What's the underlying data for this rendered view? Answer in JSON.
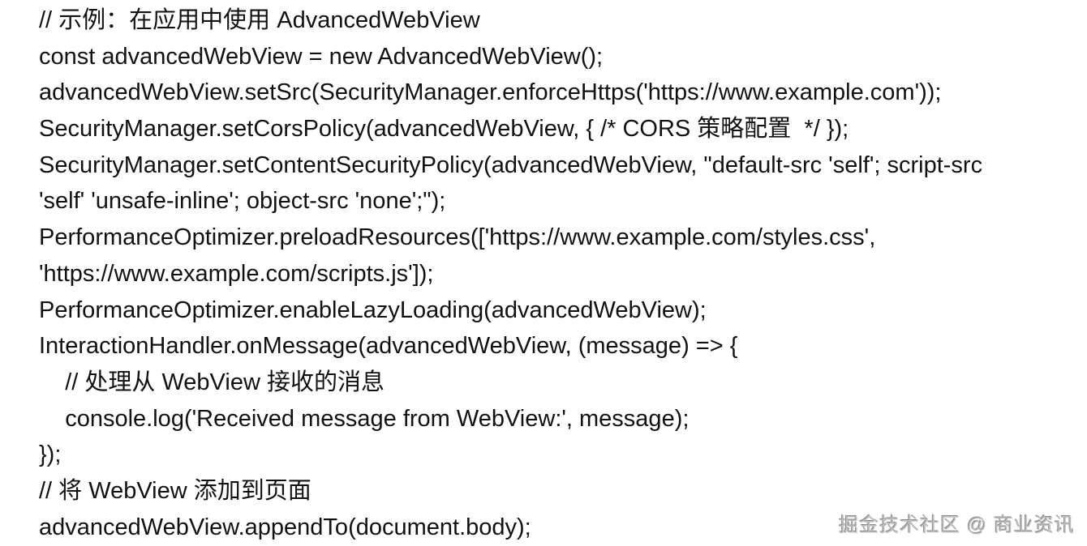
{
  "page": {
    "background_color": "#ffffff",
    "text_color": "#111111"
  },
  "code_block": {
    "language": "javascript",
    "lines": [
      "// 示例：在应用中使用 AdvancedWebView",
      "const advancedWebView = new AdvancedWebView();",
      "advancedWebView.setSrc(SecurityManager.enforceHttps('https://www.example.com'));",
      "SecurityManager.setCorsPolicy(advancedWebView, { /* CORS 策略配置  */ });",
      "SecurityManager.setContentSecurityPolicy(advancedWebView, \"default-src 'self'; script-src",
      "'self' 'unsafe-inline'; object-src 'none';\");",
      "PerformanceOptimizer.preloadResources(['https://www.example.com/styles.css',",
      "'https://www.example.com/scripts.js']);",
      "PerformanceOptimizer.enableLazyLoading(advancedWebView);",
      "InteractionHandler.onMessage(advancedWebView, (message) => {",
      "    // 处理从 WebView 接收的消息",
      "    console.log('Received message from WebView:', message);",
      "});",
      "// 将 WebView 添加到页面",
      "advancedWebView.appendTo(document.body);"
    ]
  },
  "watermark": {
    "text": "掘金技术社区 @ 商业资讯",
    "color": "#bdbdbd"
  }
}
